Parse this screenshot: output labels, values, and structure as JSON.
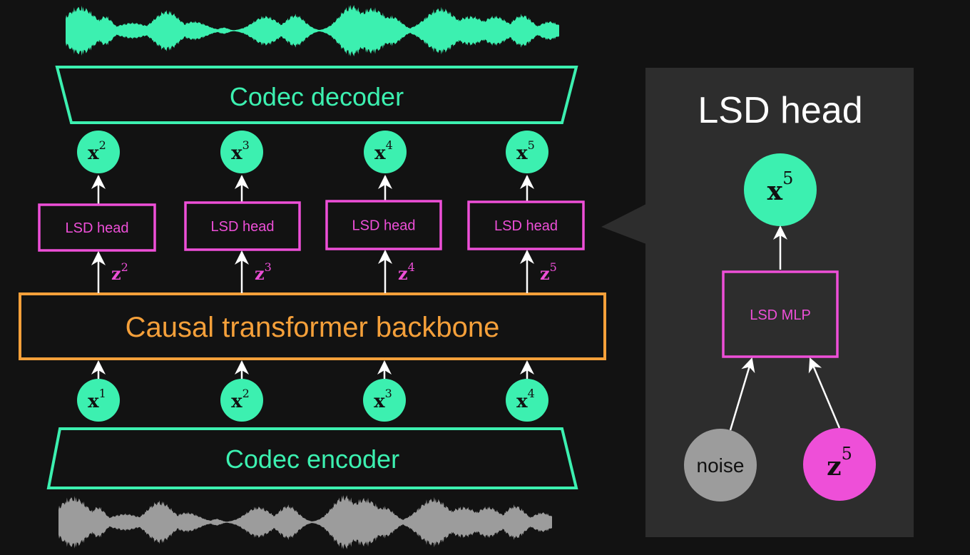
{
  "colors": {
    "background": "#121212",
    "panel": "#2d2d2d",
    "teal": "#3cf0b0",
    "magenta": "#ee4fd8",
    "orange": "#f5a03a",
    "gray": "#9c9c9c",
    "white": "#ffffff"
  },
  "decoder": {
    "label": "Codec decoder"
  },
  "encoder": {
    "label": "Codec encoder"
  },
  "backbone": {
    "label": "Causal transformer backbone"
  },
  "outputs": [
    {
      "var": "x",
      "sup": "2"
    },
    {
      "var": "x",
      "sup": "3"
    },
    {
      "var": "x",
      "sup": "4"
    },
    {
      "var": "x",
      "sup": "5"
    }
  ],
  "inputs": [
    {
      "var": "x",
      "sup": "1"
    },
    {
      "var": "x",
      "sup": "2"
    },
    {
      "var": "x",
      "sup": "3"
    },
    {
      "var": "x",
      "sup": "4"
    }
  ],
  "heads": [
    {
      "label": "LSD head",
      "z_var": "z",
      "z_sup": "2"
    },
    {
      "label": "LSD head",
      "z_var": "z",
      "z_sup": "3"
    },
    {
      "label": "LSD head",
      "z_var": "z",
      "z_sup": "4"
    },
    {
      "label": "LSD head",
      "z_var": "z",
      "z_sup": "5"
    }
  ],
  "detail_panel": {
    "title": "LSD head",
    "output": {
      "var": "x",
      "sup": "5"
    },
    "mlp_label": "LSD MLP",
    "noise_label": "noise",
    "latent": {
      "var": "z",
      "sup": "5"
    }
  }
}
